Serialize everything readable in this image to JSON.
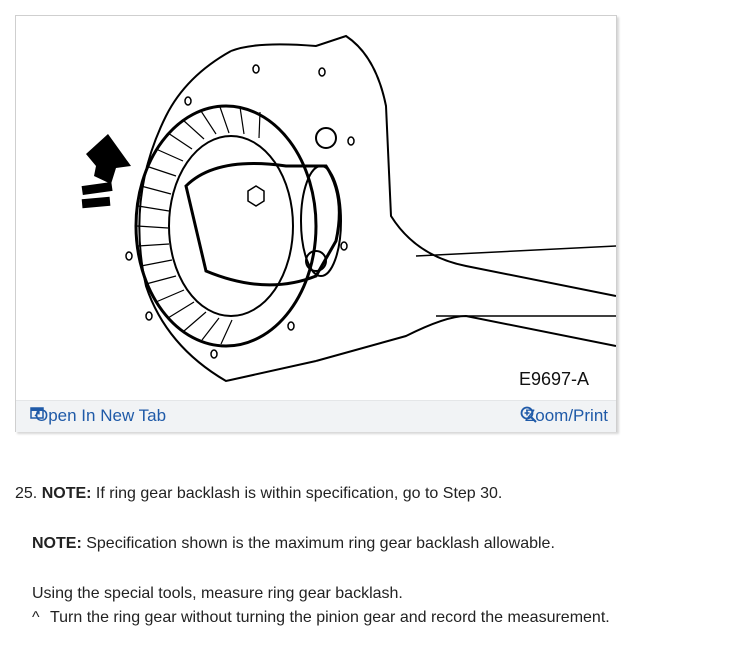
{
  "figure": {
    "code": "E9697-A",
    "open_new_tab_label": "Open In New Tab",
    "zoom_print_label": "Zoom/Print"
  },
  "step": {
    "number": "25.",
    "note1_label": "NOTE:",
    "note1_text": " If ring gear backlash is within specification, go to Step 30.",
    "note2_label": "NOTE:",
    "note2_text": " Specification shown is the maximum ring gear backlash allowable.",
    "instruction": "Using the special tools, measure ring gear backlash.",
    "substep_marker": "^",
    "substep_text": "Turn the ring gear without turning the pinion gear and record the measurement."
  },
  "colors": {
    "link": "#1f5aa8",
    "bar_background": "#f1f3f5"
  }
}
